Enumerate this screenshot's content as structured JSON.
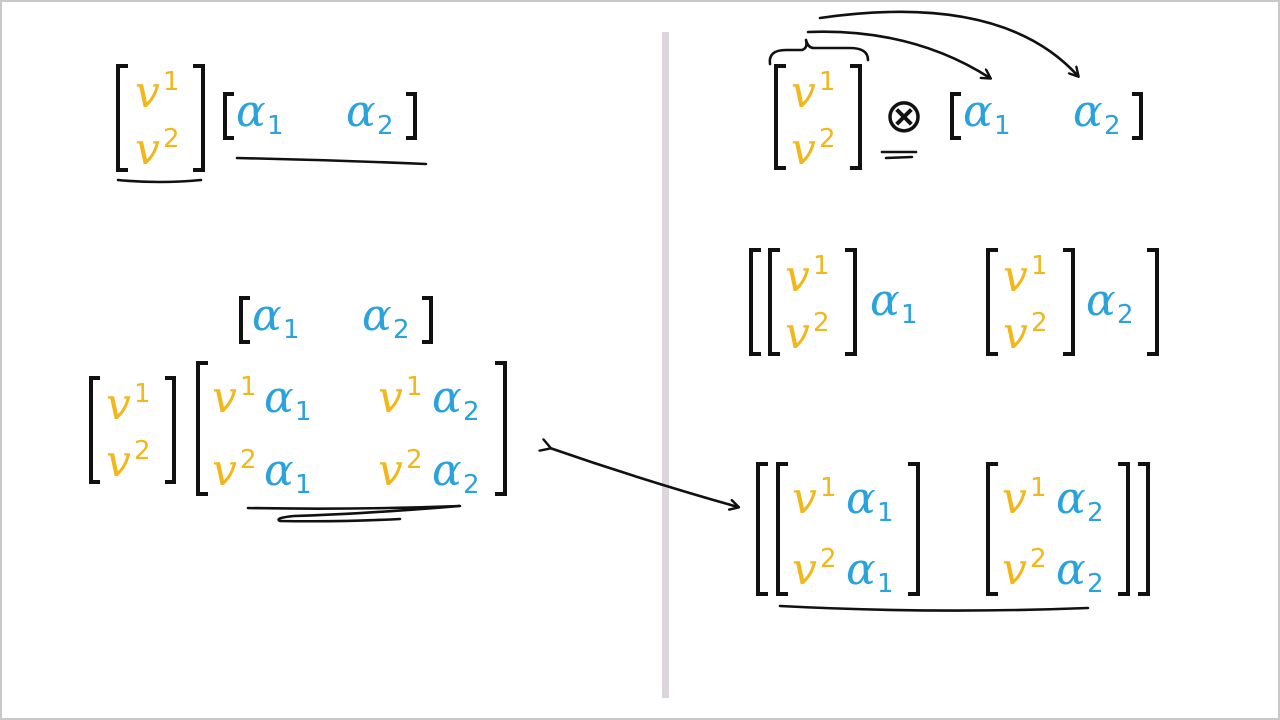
{
  "colors": {
    "covector": "#2aa3dd",
    "vector": "#f2b71b",
    "ink": "#111111",
    "divider": "#dcd6dc"
  },
  "symbols": {
    "v": "v",
    "alpha": "α",
    "one": "1",
    "two": "2",
    "otimes": "⊗"
  }
}
